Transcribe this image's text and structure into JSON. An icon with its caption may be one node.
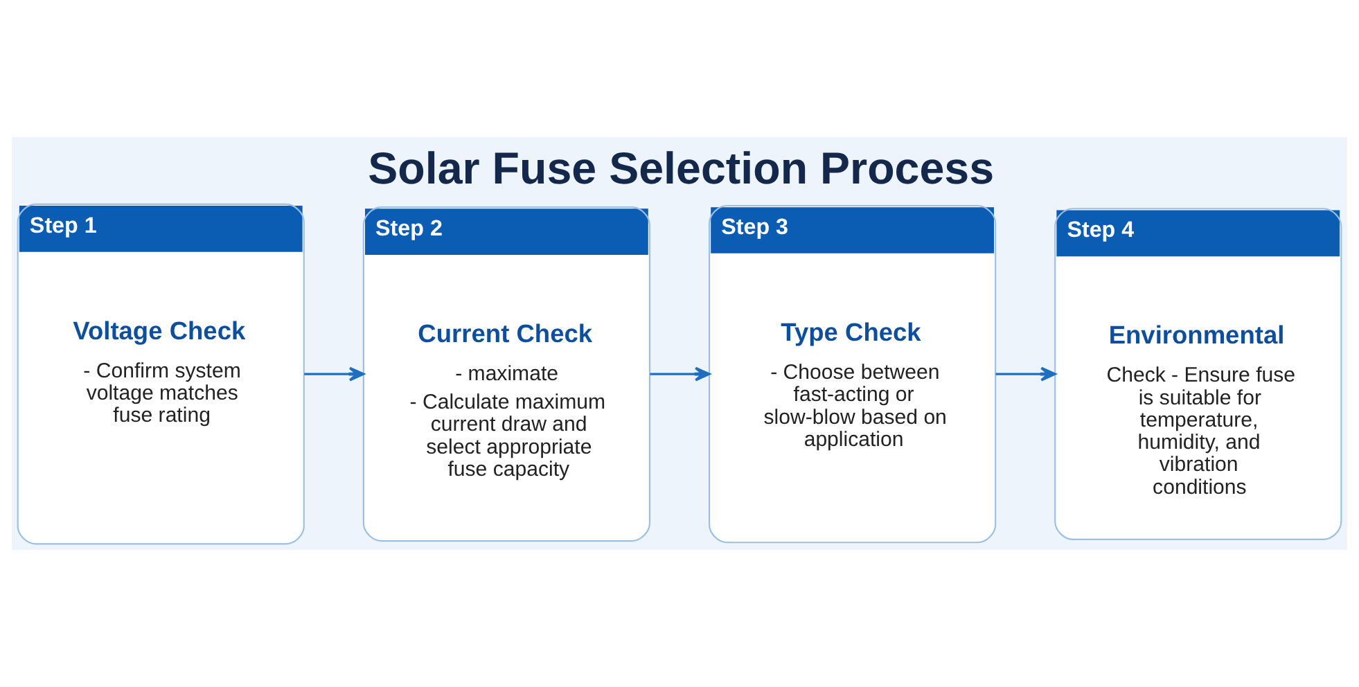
{
  "diagram": {
    "title": "Solar Fuse Selection Process",
    "nodes": [
      {
        "text": [
          "Step 1",
          "Voltage Check",
          "- Confirm system voltage matches fuse rating"
        ]
      },
      {
        "text": [
          "Step 2",
          "Current Check",
          "- maximate",
          "- Calculate maximum current draw and select appropriate fuse capacity"
        ]
      },
      {
        "text": [
          "Step 3",
          "Type Check",
          "- Choose between fast-acting or slow-blow based on application"
        ]
      },
      {
        "text": [
          "Step 4",
          "Environmental",
          "Check - Ensure fuse is suitable for temperature, humidity, and vibration conditions"
        ]
      }
    ],
    "edges": [
      {
        "from": 0,
        "to": 1,
        "arrow": "to"
      },
      {
        "from": 1,
        "to": 2,
        "arrow": "to"
      },
      {
        "from": 2,
        "to": 3,
        "arrow": "to"
      }
    ]
  }
}
